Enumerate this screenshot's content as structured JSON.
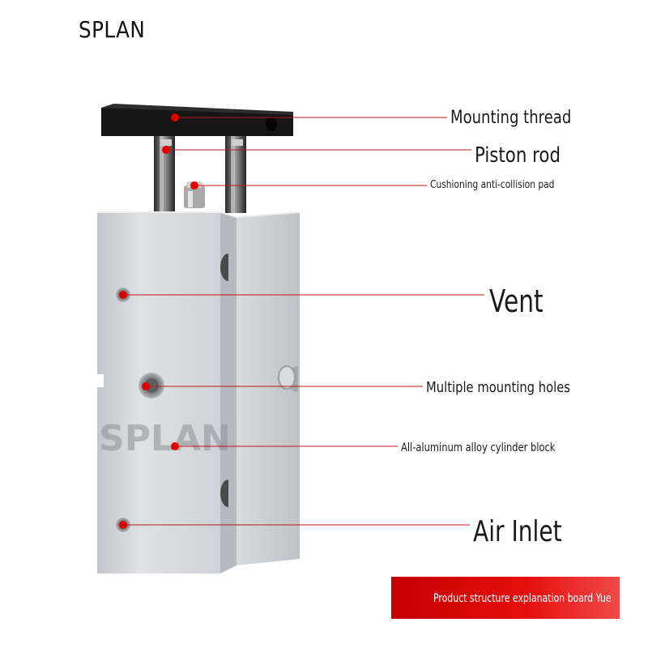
{
  "brand": "SPLAN",
  "watermark": "SPLAN",
  "callouts": {
    "mounting_thread": "Mounting thread",
    "piston_rod": "Piston rod",
    "cushioning_pad": "Cushioning anti-collision pad",
    "vent": "Vent",
    "mounting_holes": "Multiple mounting holes",
    "cylinder_block": "All-aluminum alloy cylinder block",
    "air_inlet": "Air Inlet"
  },
  "banner": {
    "text": "Product structure explanation board Yue"
  },
  "colors": {
    "accent_red": "#e00000",
    "pointer_line": "#c0141a",
    "plate_black": "#141414",
    "aluminum": "#d3d5d8"
  }
}
